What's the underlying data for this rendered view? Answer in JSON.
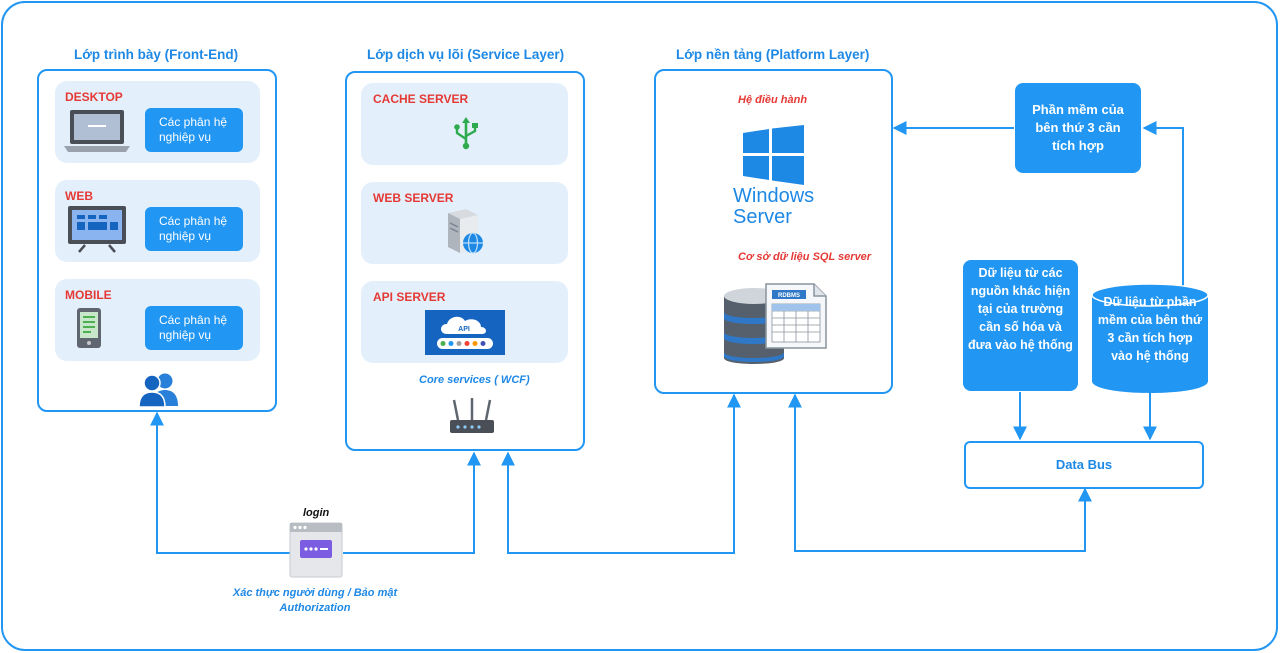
{
  "frontend": {
    "title": "Lớp trình bày (Front-End)",
    "panels": [
      {
        "label": "DESKTOP",
        "button": "Các phân hệ nghiệp vụ"
      },
      {
        "label": "WEB",
        "button": "Các phân hệ nghiệp vụ"
      },
      {
        "label": "MOBILE",
        "button": "Các phân hệ nghiệp vụ"
      }
    ],
    "users_icon": "users-icon"
  },
  "service": {
    "title": "Lớp dịch vụ lõi (Service Layer)",
    "panels": [
      {
        "label": "CACHE SERVER",
        "icon": "usb-icon"
      },
      {
        "label": "WEB SERVER",
        "icon": "web-server-icon"
      },
      {
        "label": "API SERVER",
        "icon": "api-cloud-icon",
        "icon_text": "API"
      }
    ],
    "core_label": "Core services ( WCF)",
    "router_icon": "router-icon"
  },
  "platform": {
    "title": "Lớp nền tảng (Platform Layer)",
    "os_label": "Hệ điều hành",
    "windows_line1": "Windows",
    "windows_line2": "Server",
    "db_label": "Cơ sở dữ liệu SQL server",
    "rdbms_text": "RDBMS"
  },
  "third_party": {
    "software": "Phần mềm của bên thứ 3 cần tích hợp",
    "digitized_data": "Dữ liệu từ các nguồn khác hiện tại của trường cần số hóa và đưa vào hệ thống",
    "third_party_data": "Dữ liệu từ phần mềm của bên thứ 3 cần tích hợp vào hệ thống"
  },
  "data_bus": "Data Bus",
  "auth": {
    "login_label": "login",
    "caption_line1": "Xác thực người dùng / Bảo mật",
    "caption_line2": "Authorization"
  },
  "colors": {
    "primary": "#2196f3",
    "accent_red": "#e53935",
    "panel_bg": "#e3f0fc"
  }
}
